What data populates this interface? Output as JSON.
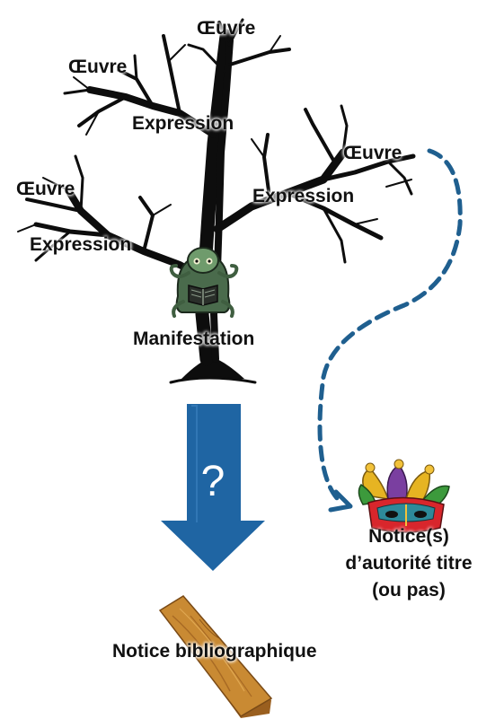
{
  "labels": {
    "oeuvre_top": "Œuvre",
    "oeuvre_left_upper": "Œuvre",
    "oeuvre_left_lower": "Œuvre",
    "oeuvre_right": "Œuvre",
    "expression_upper": "Expression",
    "expression_left": "Expression",
    "expression_right": "Expression",
    "manifestation": "Manifestation",
    "question_mark": "?",
    "notice_authority_line1": "Notice(s)",
    "notice_authority_line2": "d’autorité titre",
    "notice_authority_line3": "(ou pas)",
    "notice_bibliographique": "Notice bibliographique"
  },
  "icons": {
    "tree": "tree-icon",
    "reader": "octopus-reader-icon",
    "mask": "jester-mask-icon",
    "plank": "wooden-plank-icon",
    "arrow": "down-arrow-icon"
  },
  "colors": {
    "arrow_fill": "#1f65a3",
    "dashed_line": "#1f5f8f",
    "tree": "#0d0d0d",
    "plank": "#c98a33"
  }
}
